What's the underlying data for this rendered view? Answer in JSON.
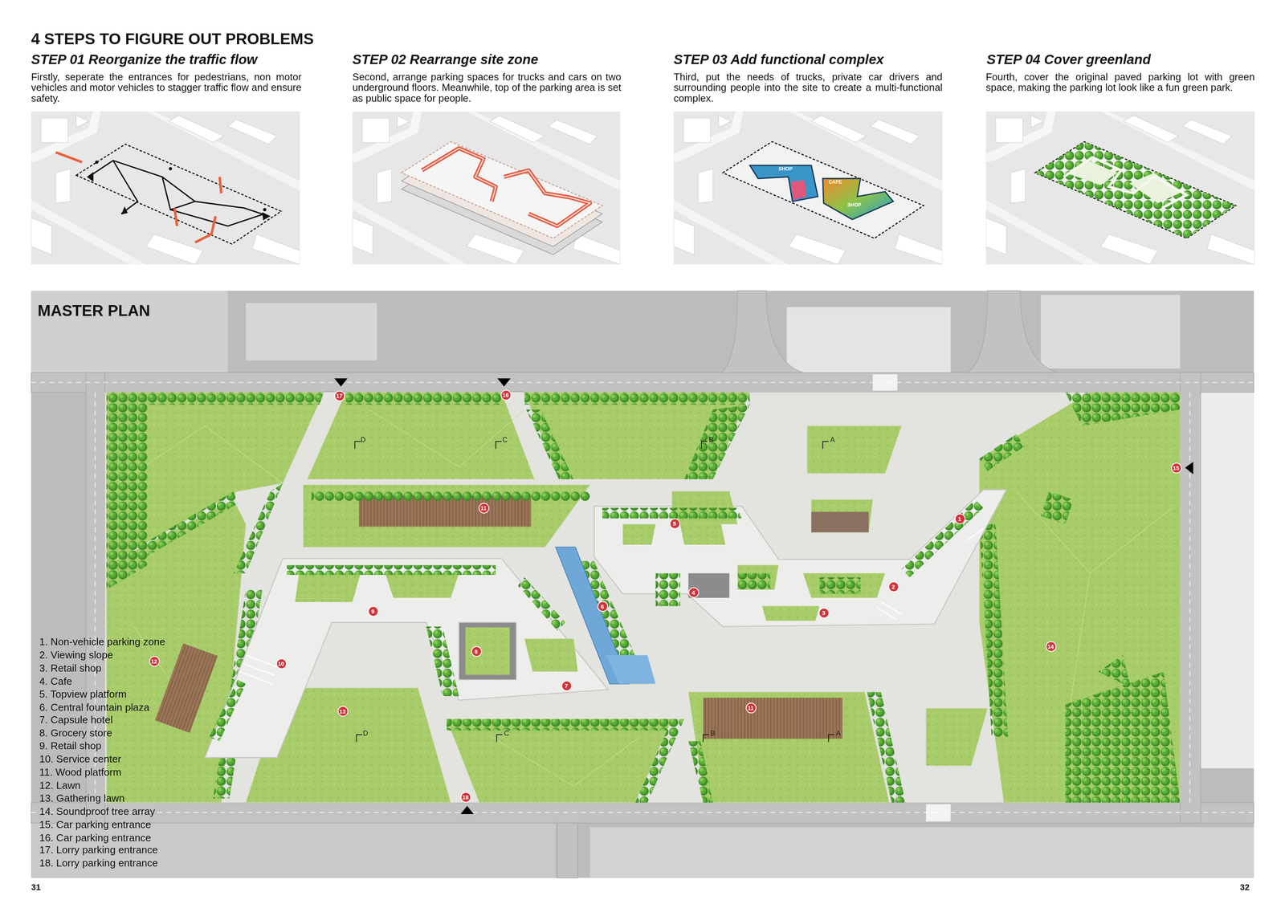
{
  "diagram": {
    "title": "4 STEPS TO FIGURE OUT PROBLEMS",
    "nodes": [
      {
        "text": [
          "17"
        ]
      },
      {
        "text": [
          "16"
        ]
      },
      {
        "text": [
          "15"
        ]
      },
      {
        "text": [
          "11"
        ]
      },
      {
        "text": [
          "1"
        ]
      },
      {
        "text": [
          "5"
        ]
      },
      {
        "text": [
          "2"
        ]
      },
      {
        "text": [
          "4"
        ]
      },
      {
        "text": [
          "6"
        ]
      },
      {
        "text": [
          "9"
        ]
      },
      {
        "text": [
          "3"
        ]
      },
      {
        "text": [
          "14"
        ]
      },
      {
        "text": [
          "8"
        ]
      },
      {
        "text": [
          "12"
        ]
      },
      {
        "text": [
          "10"
        ]
      },
      {
        "text": [
          "7"
        ]
      },
      {
        "text": [
          "11"
        ]
      },
      {
        "text": [
          "13"
        ]
      },
      {
        "text": [
          "18"
        ]
      }
    ],
    "labels": [
      "STEP 01 Reorganize the traffic flow",
      "Firstly, seperate the entrances for pedestrians, non motor vehicles and motor vehicles to stagger traffic flow and ensure safety.",
      "STEP 02 Rearrange site zone",
      "Second, arrange parking spaces for trucks and cars on two underground floors. Meanwhile, top of the parking area is set as public space for people.",
      "STEP 03 Add functional complex",
      "Third, put the needs of trucks, private car drivers and surrounding people into the site to create a multi-functional complex.",
      "STEP 04 Cover greenland",
      "Fourth, cover the original paved parking lot with green space, making the parking lot look like a fun green park.",
      "SHOP",
      "CAFE",
      "SHOP",
      "MASTER PLAN",
      "D",
      "C",
      "B",
      "A",
      "D",
      "C",
      "B",
      "A",
      "1. Non-vehicle parking zone",
      "2. Viewing slope",
      "3. Retail shop",
      "4. Cafe",
      "5. Topview platform",
      "6. Central fountain plaza",
      "7. Capsule hotel",
      "8. Grocery store",
      "9. Retail shop",
      "10. Service center",
      "11. Wood platform",
      "12. Lawn",
      "13. Gathering lawn",
      "14. Soundproof tree array",
      "15. Car parking entrance",
      "16. Car parking entrance",
      "17. Lorry parking entrance",
      "18. Lorry parking entrance",
      "31",
      "32"
    ]
  }
}
